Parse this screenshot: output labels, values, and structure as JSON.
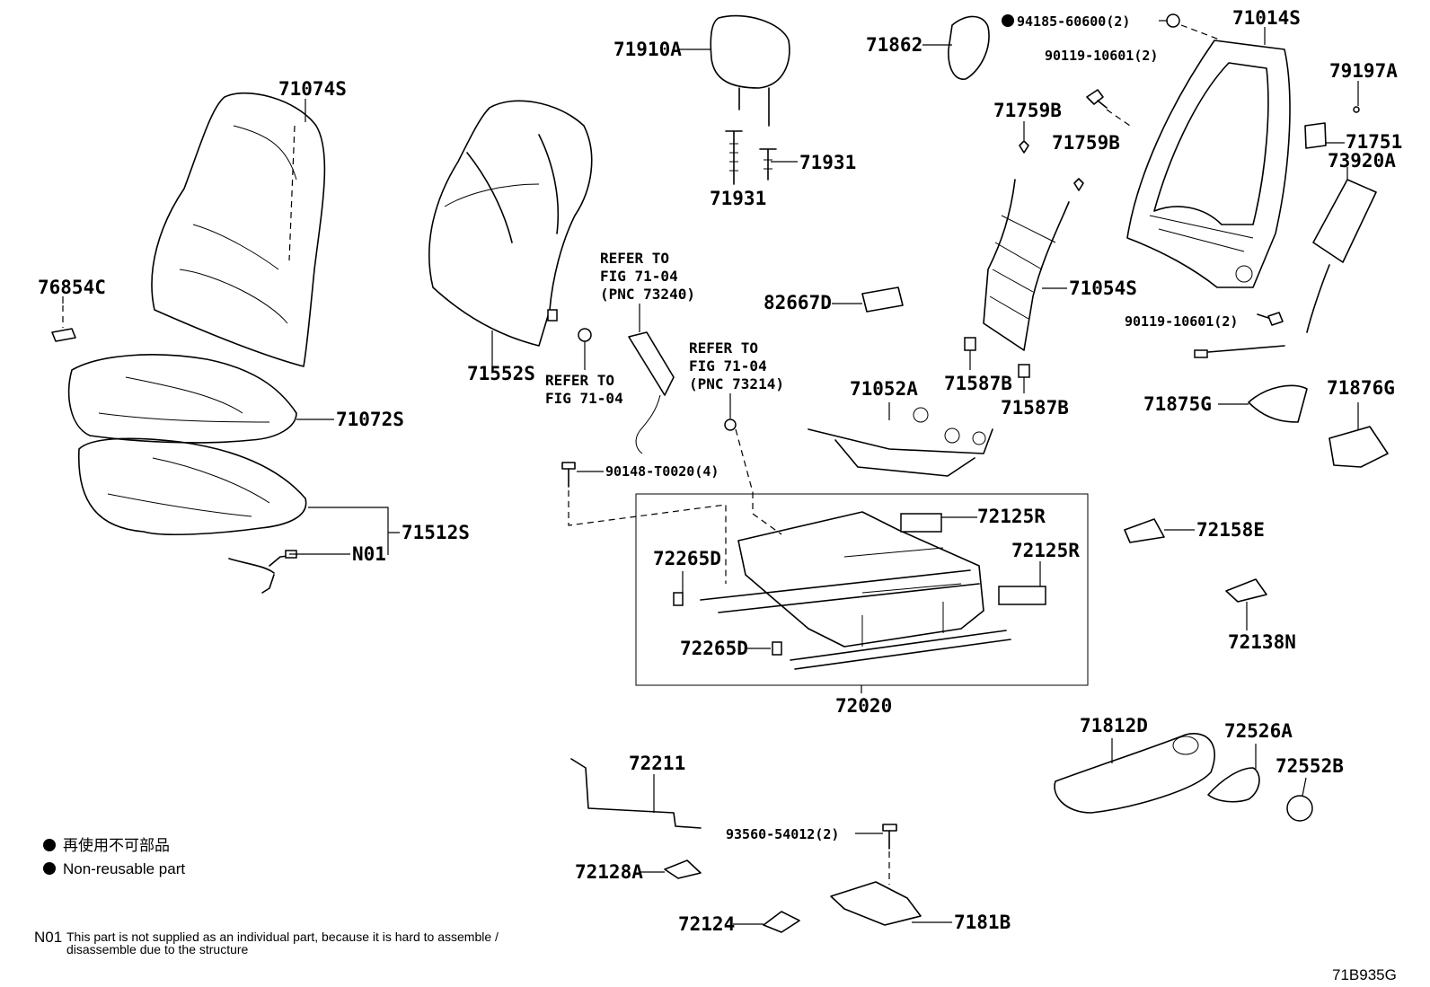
{
  "parts": {
    "p71074S": "71074S",
    "p76854C": "76854C",
    "p71072S": "71072S",
    "p71512S": "71512S",
    "pN01": "N01",
    "p71910A": "71910A",
    "p71931a": "71931",
    "p71931b": "71931",
    "p71552S": "71552S",
    "p71862": "71862",
    "p94185": "94185-60600(2)",
    "p90119a": "90119-10601(2)",
    "p90119b": "90119-10601(2)",
    "p71014S": "71014S",
    "p79197A": "79197A",
    "p71751": "71751",
    "p73920A": "73920A",
    "p71759Ba": "71759B",
    "p71759Bb": "71759B",
    "p71054S": "71054S",
    "p82667D": "82667D",
    "p71587Ba": "71587B",
    "p71587Bb": "71587B",
    "p71052A": "71052A",
    "p90148": "90148-T0020(4)",
    "p72125Ra": "72125R",
    "p72125Rb": "72125R",
    "p72265Da": "72265D",
    "p72265Db": "72265D",
    "p72020": "72020",
    "p71875G": "71875G",
    "p71876G": "71876G",
    "p72158E": "72158E",
    "p72138N": "72138N",
    "p71812D": "71812D",
    "p72526A": "72526A",
    "p72552B": "72552B",
    "p72211": "72211",
    "p93560": "93560-54012(2)",
    "p72128A": "72128A",
    "p72124": "72124",
    "p7181B": "7181B"
  },
  "refs": {
    "r1": [
      "REFER TO",
      "FIG 71-04",
      "(PNC 73240)"
    ],
    "r2": [
      "REFER TO",
      "FIG 71-04"
    ],
    "r3": [
      "REFER TO",
      "FIG 71-04",
      "(PNC 73214)"
    ]
  },
  "legend": {
    "jp": "再使用不可部品",
    "en": "Non-reusable part"
  },
  "footnote": {
    "code": "N01",
    "line1": "This part is not supplied as an individual part, because it is hard to assemble /",
    "line2": "disassemble due to the structure"
  },
  "figure_id": "71B935G"
}
